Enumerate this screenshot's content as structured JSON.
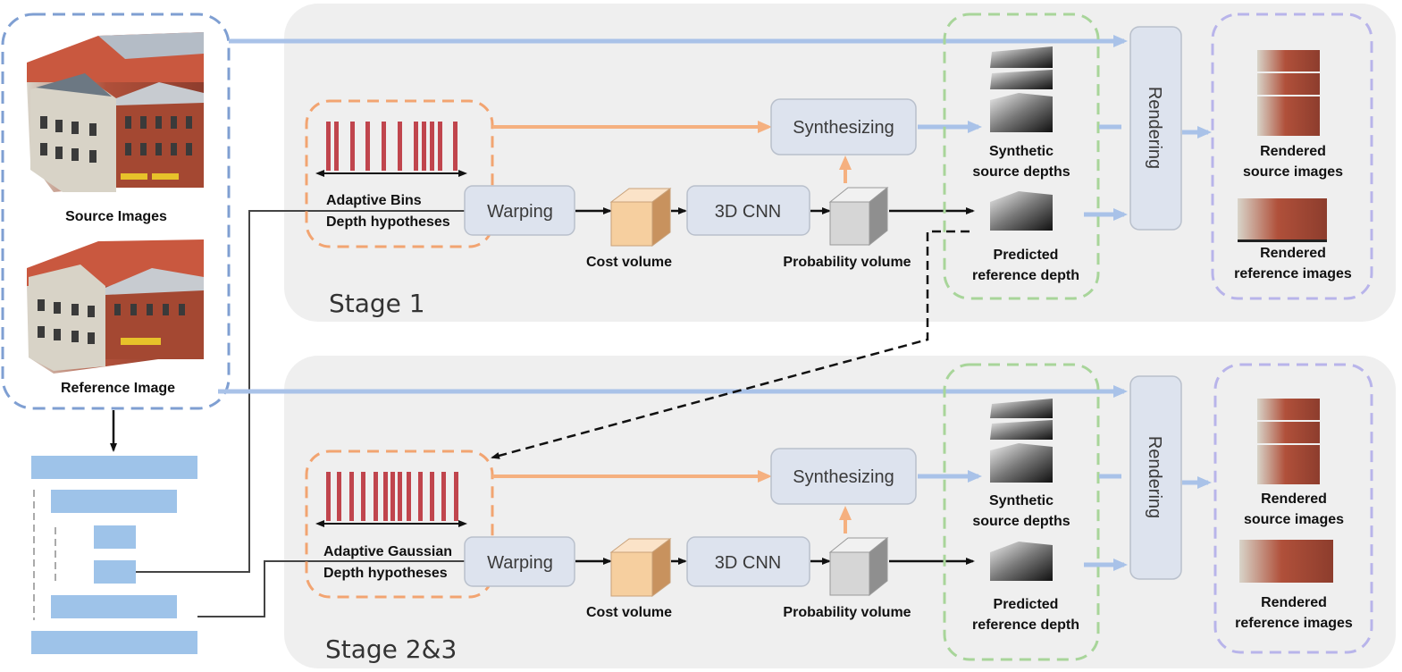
{
  "inputs": {
    "source_label": "Source Images",
    "reference_label": "Reference Image"
  },
  "stage1": {
    "title": "Stage 1",
    "hyp_line1": "Adaptive Bins",
    "hyp_line2": "Depth hypotheses",
    "warping": "Warping",
    "cnn": "3D CNN",
    "synth": "Synthesizing",
    "cost": "Cost volume",
    "prob": "Probability volume",
    "syn_depth_l1": "Synthetic",
    "syn_depth_l2": "source depths",
    "pred_l1": "Predicted",
    "pred_l2": "reference depth",
    "rendering": "Rendering",
    "rsrc_l1": "Rendered",
    "rsrc_l2": "source images",
    "rref_l1": "Rendered",
    "rref_l2": "reference images"
  },
  "stage2": {
    "title": "Stage 2&3",
    "hyp_line1": "Adaptive Gaussian",
    "hyp_line2": "Depth hypotheses",
    "warping": "Warping",
    "cnn": "3D CNN",
    "synth": "Synthesizing",
    "cost": "Cost volume",
    "prob": "Probability volume",
    "syn_depth_l1": "Synthetic",
    "syn_depth_l2": "source depths",
    "pred_l1": "Predicted",
    "pred_l2": "reference depth",
    "rendering": "Rendering",
    "rsrc_l1": "Rendered",
    "rsrc_l2": "source images",
    "rref_l1": "Rendered",
    "rref_l2": "reference images"
  },
  "colors": {
    "blue_frame": "#7f9fd2",
    "green_frame": "#a8d59a",
    "orange_frame": "#f2a471",
    "purple_frame": "#b8b4ea",
    "stage_bg": "#efefef",
    "module_fill": "#dde3ee",
    "bar_red": "#c0454d",
    "feature_bar": "#9ec3e9"
  }
}
